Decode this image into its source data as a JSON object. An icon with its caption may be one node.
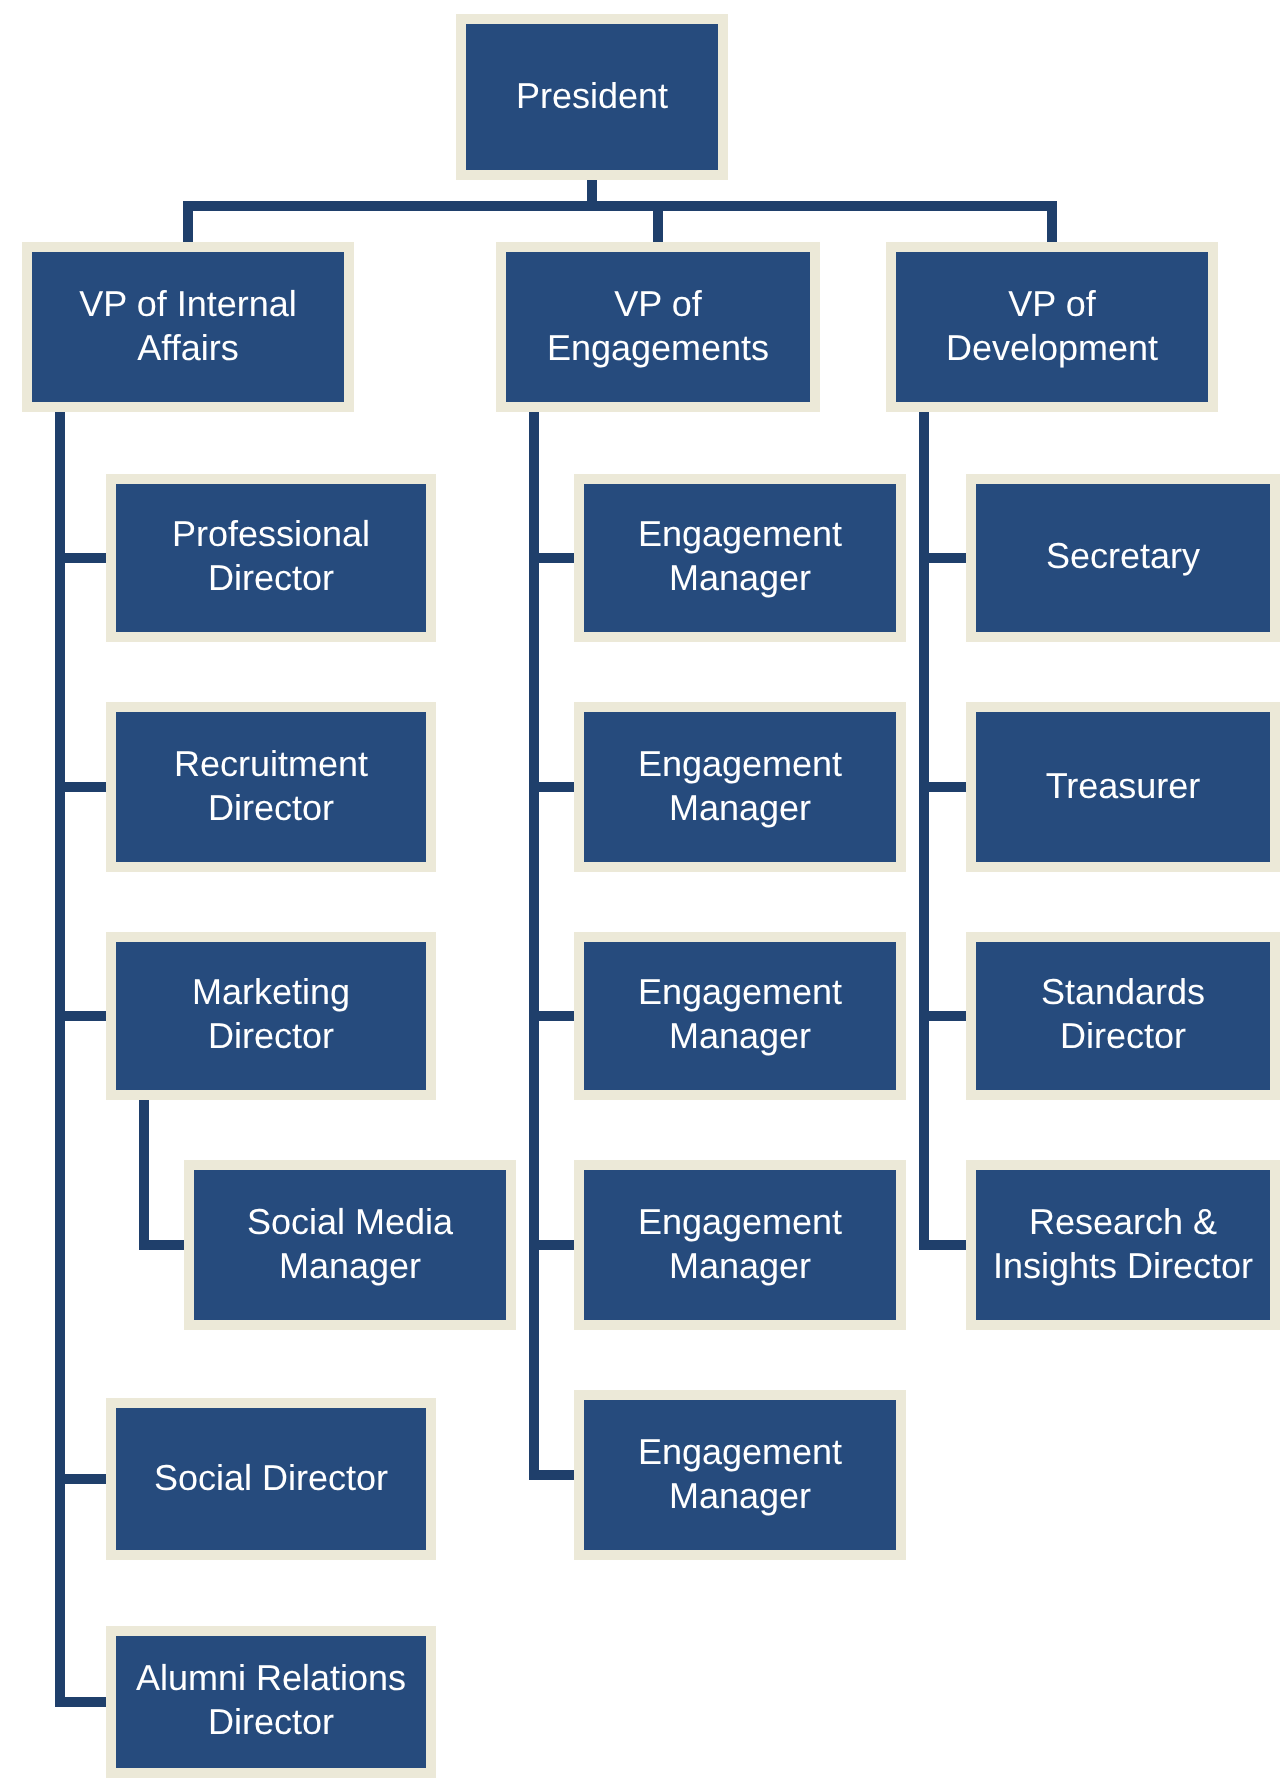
{
  "diagram": {
    "nodes": [
      {
        "text": [
          "President"
        ]
      },
      {
        "text": [
          "VP of Internal Affairs"
        ]
      },
      {
        "text": [
          "VP of Engagements"
        ]
      },
      {
        "text": [
          "VP of Development"
        ]
      },
      {
        "text": [
          "Professional Director"
        ]
      },
      {
        "text": [
          "Recruitment Director"
        ]
      },
      {
        "text": [
          "Marketing Director"
        ]
      },
      {
        "text": [
          "Social Media Manager"
        ]
      },
      {
        "text": [
          "Social Director"
        ]
      },
      {
        "text": [
          "Alumni Relations Director"
        ]
      },
      {
        "text": [
          "Engagement Manager"
        ]
      },
      {
        "text": [
          "Engagement Manager"
        ]
      },
      {
        "text": [
          "Engagement Manager"
        ]
      },
      {
        "text": [
          "Engagement Manager"
        ]
      },
      {
        "text": [
          "Engagement Manager"
        ]
      },
      {
        "text": [
          "Secretary"
        ]
      },
      {
        "text": [
          "Treasurer"
        ]
      },
      {
        "text": [
          "Standards Director"
        ]
      },
      {
        "text": [
          "Research & Insights Director"
        ]
      }
    ],
    "edges": [
      {
        "from": 0,
        "to": 1,
        "arrow": "none"
      },
      {
        "from": 0,
        "to": 2,
        "arrow": "none"
      },
      {
        "from": 0,
        "to": 3,
        "arrow": "none"
      },
      {
        "from": 1,
        "to": 4,
        "arrow": "none"
      },
      {
        "from": 1,
        "to": 5,
        "arrow": "none"
      },
      {
        "from": 1,
        "to": 6,
        "arrow": "none"
      },
      {
        "from": 6,
        "to": 7,
        "arrow": "none"
      },
      {
        "from": 1,
        "to": 8,
        "arrow": "none"
      },
      {
        "from": 1,
        "to": 9,
        "arrow": "none"
      },
      {
        "from": 2,
        "to": 10,
        "arrow": "none"
      },
      {
        "from": 2,
        "to": 11,
        "arrow": "none"
      },
      {
        "from": 2,
        "to": 12,
        "arrow": "none"
      },
      {
        "from": 2,
        "to": 13,
        "arrow": "none"
      },
      {
        "from": 2,
        "to": 14,
        "arrow": "none"
      },
      {
        "from": 3,
        "to": 15,
        "arrow": "none"
      },
      {
        "from": 3,
        "to": 16,
        "arrow": "none"
      },
      {
        "from": 3,
        "to": 17,
        "arrow": "none"
      },
      {
        "from": 3,
        "to": 18,
        "arrow": "none"
      }
    ]
  }
}
